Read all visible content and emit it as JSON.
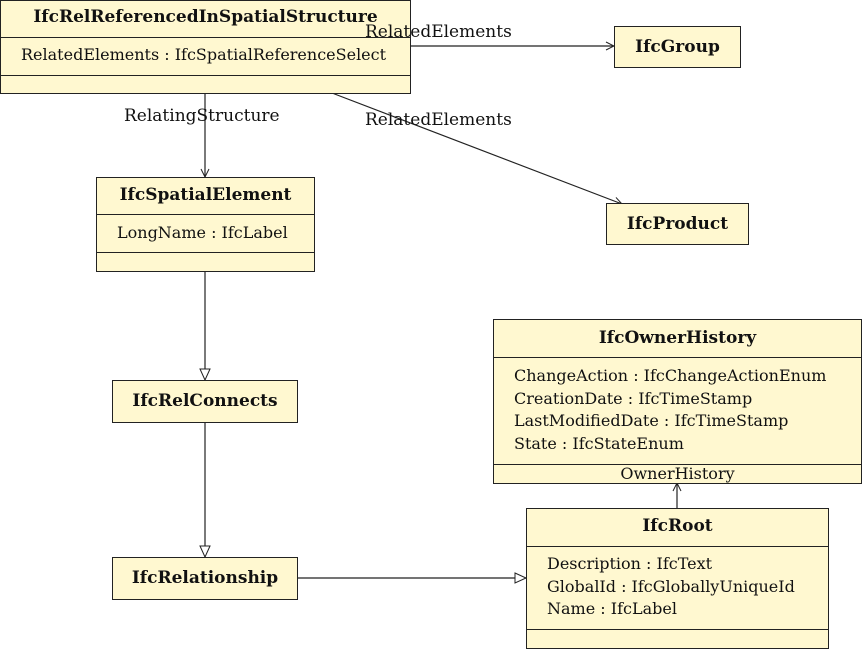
{
  "classes": {
    "rel_referenced": {
      "name": "IfcRelReferencedInSpatialStructure",
      "attributes": [
        "RelatedElements : IfcSpatialReferenceSelect"
      ]
    },
    "group": {
      "name": "IfcGroup"
    },
    "product": {
      "name": "IfcProduct"
    },
    "spatial_element": {
      "name": "IfcSpatialElement",
      "attributes": [
        "LongName : IfcLabel"
      ]
    },
    "rel_connects": {
      "name": "IfcRelConnects"
    },
    "relationship": {
      "name": "IfcRelationship"
    },
    "owner_history": {
      "name": "IfcOwnerHistory",
      "attributes": [
        "ChangeAction : IfcChangeActionEnum",
        "CreationDate : IfcTimeStamp",
        "LastModifiedDate : IfcTimeStamp",
        "State : IfcStateEnum"
      ],
      "footer": "OwnerHistory"
    },
    "root": {
      "name": "IfcRoot",
      "attributes": [
        "Description : IfcText",
        "GlobalId : IfcGloballyUniqueId",
        "Name : IfcLabel"
      ]
    }
  },
  "edge_labels": {
    "related_elements_group": "RelatedElements",
    "relating_structure": "RelatingStructure",
    "related_elements_product": "RelatedElements"
  }
}
